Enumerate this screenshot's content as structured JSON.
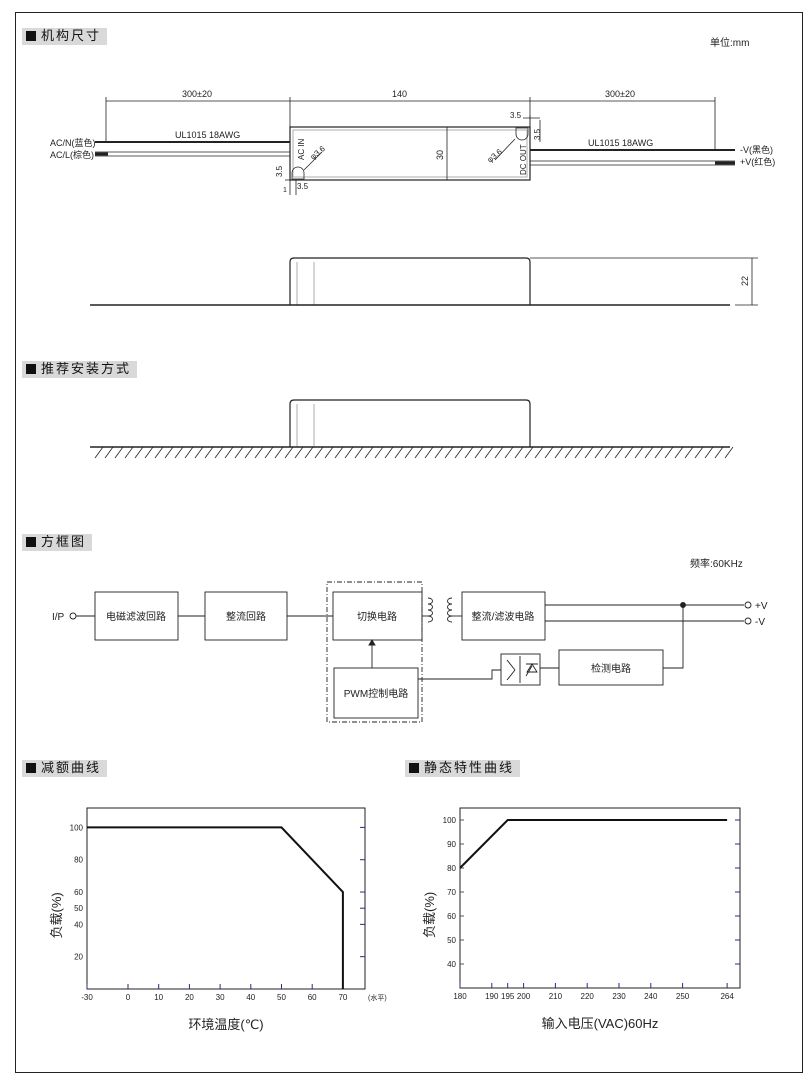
{
  "sections": {
    "mechanical": "机构尺寸",
    "installation": "推荐安装方式",
    "block_diagram": "方框图",
    "derating": "减额曲线",
    "static": "静态特性曲线"
  },
  "unit": "单位:mm",
  "mechanical": {
    "dim_left": "300±20",
    "dim_mid": "140",
    "dim_right": "300±20",
    "wire_left": "UL1015  18AWG",
    "wire_right": "UL1015  18AWG",
    "acn": "AC/N(蓝色)",
    "acl": "AC/L(棕色)",
    "vneg": "-V(黑色)",
    "vpos": "+V(红色)",
    "ac_in": "AC IN",
    "dc_out": "DC OUT",
    "hole_left": "φ3.6",
    "hole_right": "φ3.6",
    "d35a": "3.5",
    "d35b": "3.5",
    "d35c": "3.5",
    "d35d": "3.5",
    "d1": "1",
    "width": "30",
    "height": "22"
  },
  "block": {
    "freq": "频率:60KHz",
    "ip": "I/P",
    "emi": "电磁滤波回路",
    "rect": "整流回路",
    "switch": "切换电路",
    "pwm": "PWM控制电路",
    "out_rect": "整流/滤波电路",
    "detect": "检测电路",
    "vpos": "+V",
    "vneg": "-V"
  },
  "chart_data": [
    {
      "type": "line",
      "title": "减额曲线",
      "xlabel": "环境温度(℃)",
      "ylabel": "负载(%)",
      "x_unit_note": "(水平)",
      "x_ticks": [
        -30,
        0,
        10,
        20,
        30,
        40,
        50,
        60,
        70
      ],
      "y_ticks": [
        20,
        40,
        50,
        60,
        80,
        100
      ],
      "xlim": [
        -30,
        80
      ],
      "ylim": [
        0,
        112
      ],
      "series": [
        {
          "name": "derating",
          "x": [
            -30,
            50,
            70,
            70
          ],
          "y": [
            100,
            100,
            60,
            0
          ]
        }
      ]
    },
    {
      "type": "line",
      "title": "静态特性曲线",
      "xlabel": "输入电压(VAC)60Hz",
      "ylabel": "负载(%)",
      "x_ticks": [
        180,
        190,
        195,
        200,
        210,
        220,
        230,
        240,
        250,
        264
      ],
      "y_ticks": [
        40,
        50,
        60,
        70,
        80,
        90,
        100
      ],
      "xlim": [
        180,
        268
      ],
      "ylim": [
        30,
        105
      ],
      "series": [
        {
          "name": "static",
          "x": [
            180,
            195,
            264
          ],
          "y": [
            80,
            100,
            100
          ]
        }
      ]
    }
  ]
}
